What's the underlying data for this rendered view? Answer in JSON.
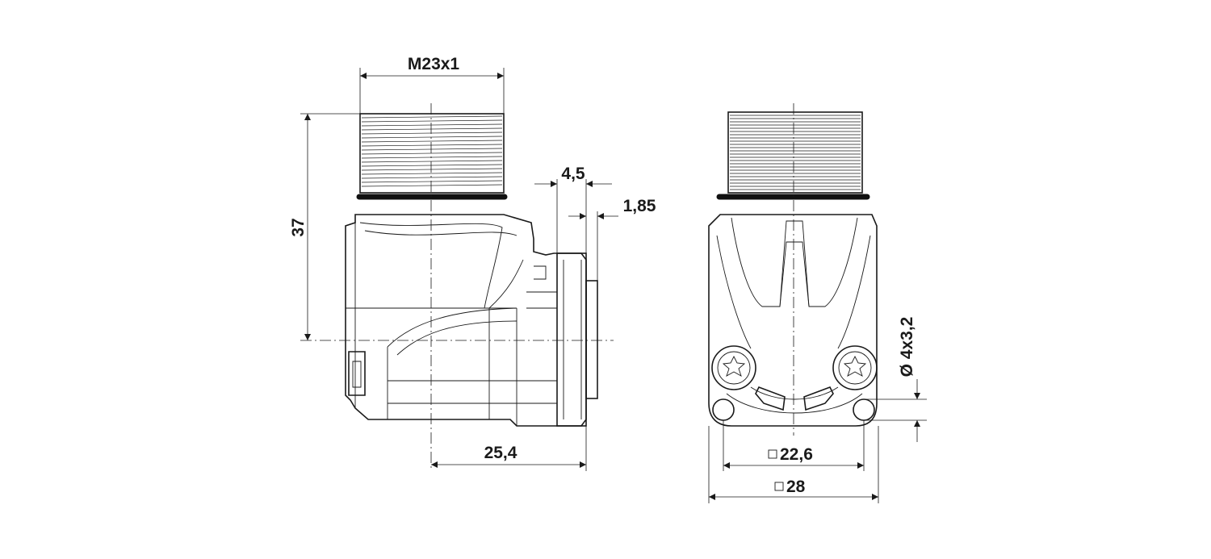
{
  "dimensions": {
    "thread": "M23x1",
    "height": "37",
    "flange_thickness": "4,5",
    "flange_offset": "1,85",
    "depth": "25,4",
    "hole_spacing": "22,6",
    "flange_size": "28",
    "holes": "Ø 4x3,2"
  },
  "colors": {
    "line": "#1a1a1a",
    "background": "#ffffff"
  }
}
